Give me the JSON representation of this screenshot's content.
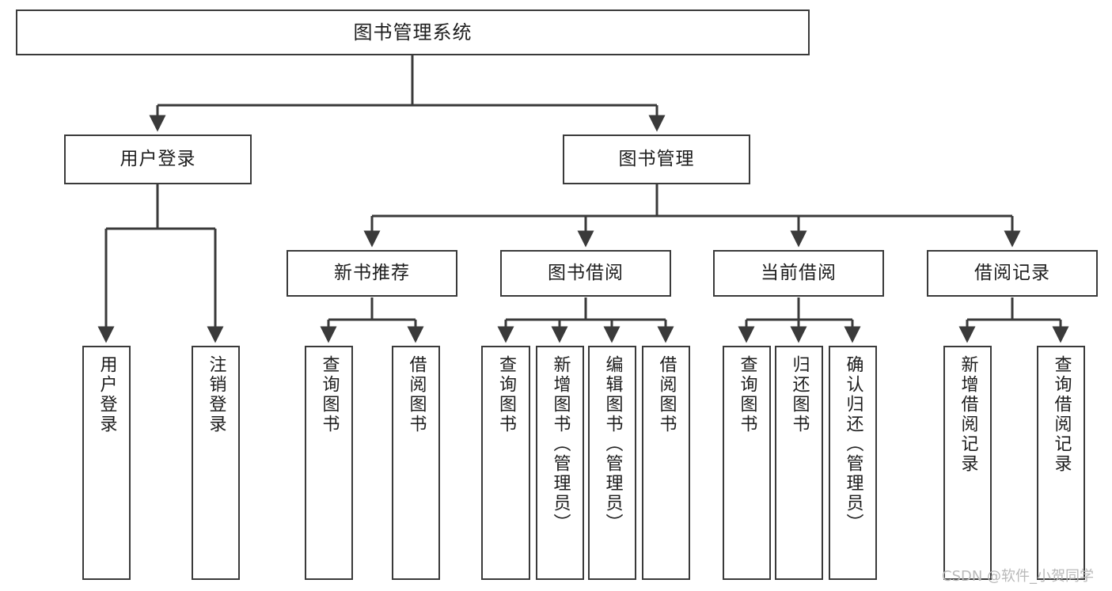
{
  "diagram": {
    "title": "图书管理系统",
    "type": "tree",
    "root": {
      "label": "图书管理系统"
    },
    "level2": [
      {
        "label": "用户登录"
      },
      {
        "label": "图书管理"
      }
    ],
    "level3": [
      {
        "label": "新书推荐"
      },
      {
        "label": "图书借阅"
      },
      {
        "label": "当前借阅"
      },
      {
        "label": "借阅记录"
      }
    ],
    "leaves": {
      "user_login": [
        {
          "label": "用户登录"
        },
        {
          "label": "注销登录"
        }
      ],
      "new_book_recommend": [
        {
          "label": "查询图书"
        },
        {
          "label": "借阅图书"
        }
      ],
      "book_borrow": [
        {
          "label": "查询图书"
        },
        {
          "label": "新增图书（管理员）"
        },
        {
          "label": "编辑图书（管理员）"
        },
        {
          "label": "借阅图书"
        }
      ],
      "current_borrow": [
        {
          "label": "查询图书"
        },
        {
          "label": "归还图书"
        },
        {
          "label": "确认归还（管理员）"
        }
      ],
      "borrow_record": [
        {
          "label": "新增借阅记录"
        },
        {
          "label": "查询借阅记录"
        }
      ]
    }
  },
  "watermark": {
    "text": "CSDN @软件_小贺同学"
  },
  "colors": {
    "box_border": "#3a3a3a",
    "box_fill": "#ffffff",
    "text": "#1d1d1d",
    "edge": "#3a3a3a",
    "watermark": "#b9b9b9",
    "background": "#ffffff"
  }
}
